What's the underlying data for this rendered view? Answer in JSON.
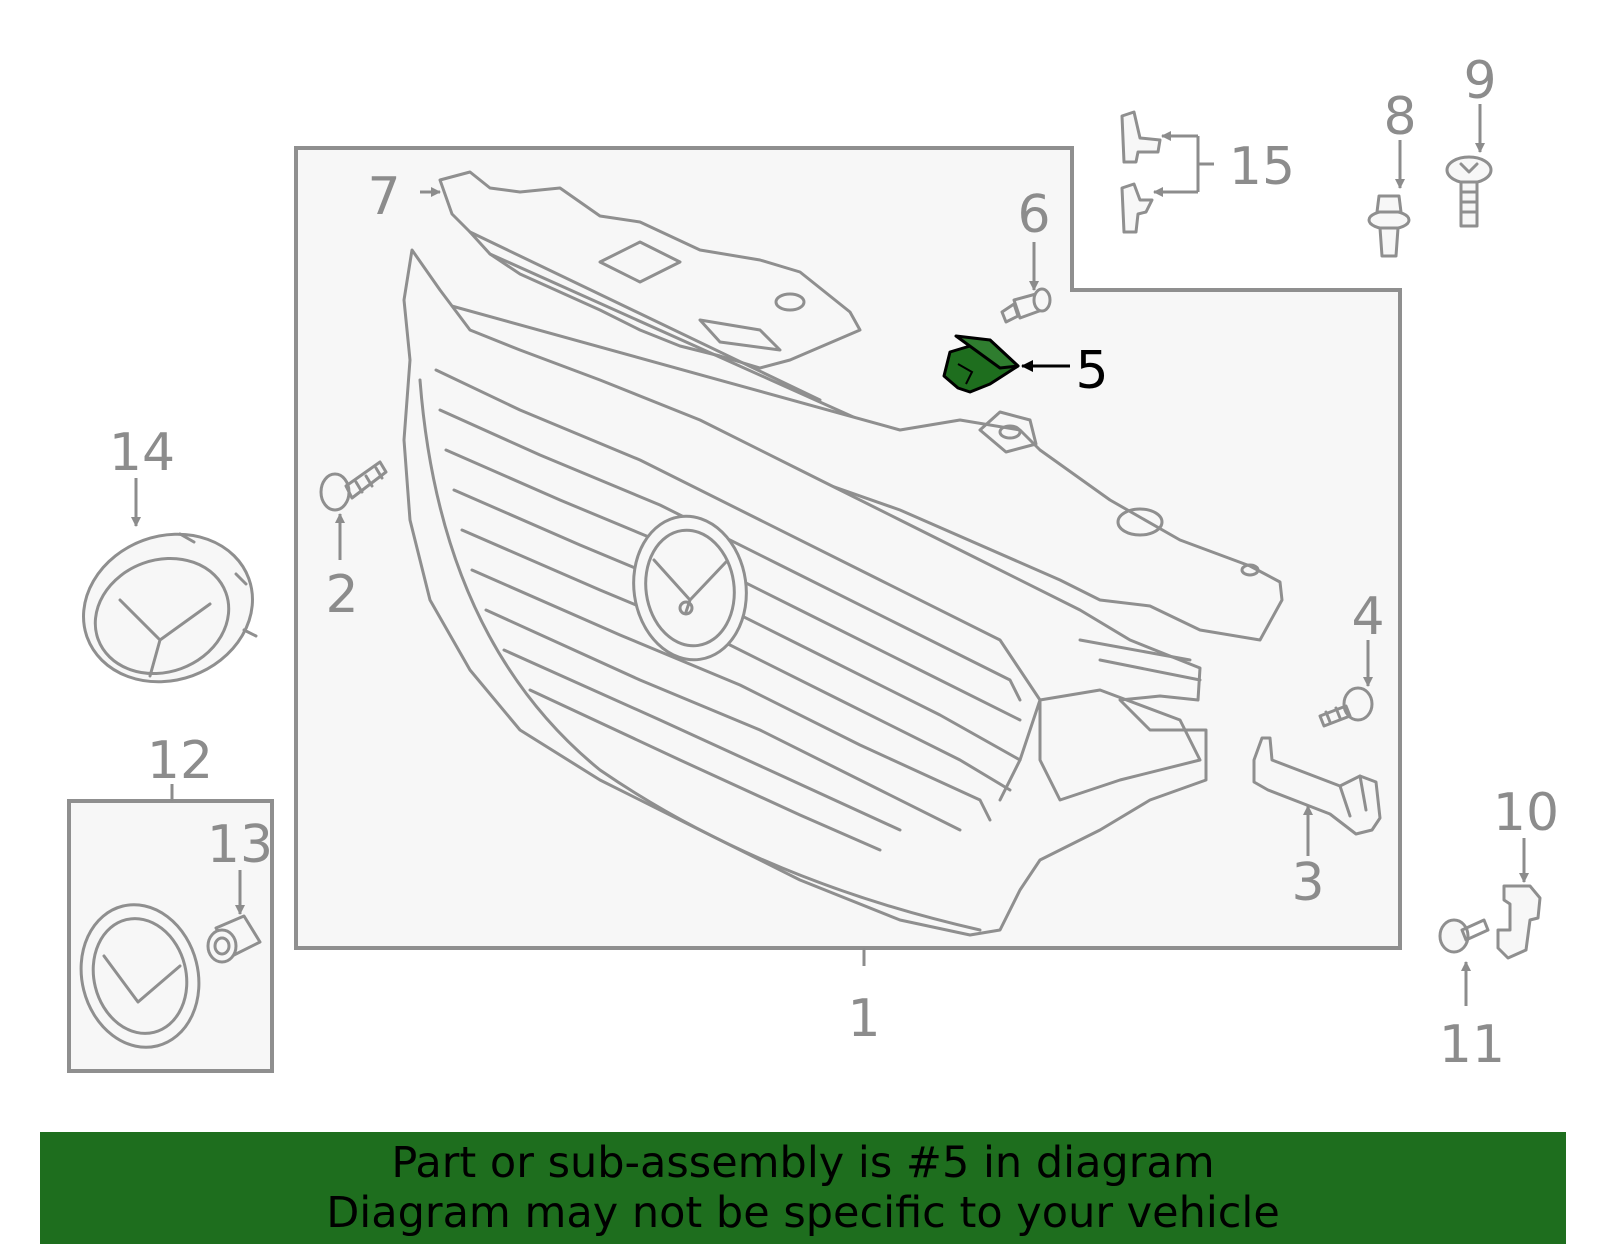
{
  "callouts": {
    "c1": "1",
    "c2": "2",
    "c3": "3",
    "c4": "4",
    "c5": "5",
    "c6": "6",
    "c7": "7",
    "c8": "8",
    "c9": "9",
    "c10": "10",
    "c11": "11",
    "c12": "12",
    "c13": "13",
    "c14": "14",
    "c15": "15"
  },
  "highlight": {
    "part": "5",
    "color": "#1e6e1e"
  },
  "banner": {
    "line1": "Part or sub-assembly is #5 in diagram",
    "line2": "Diagram may not be specific to your vehicle",
    "background": "#1e6e1e"
  }
}
